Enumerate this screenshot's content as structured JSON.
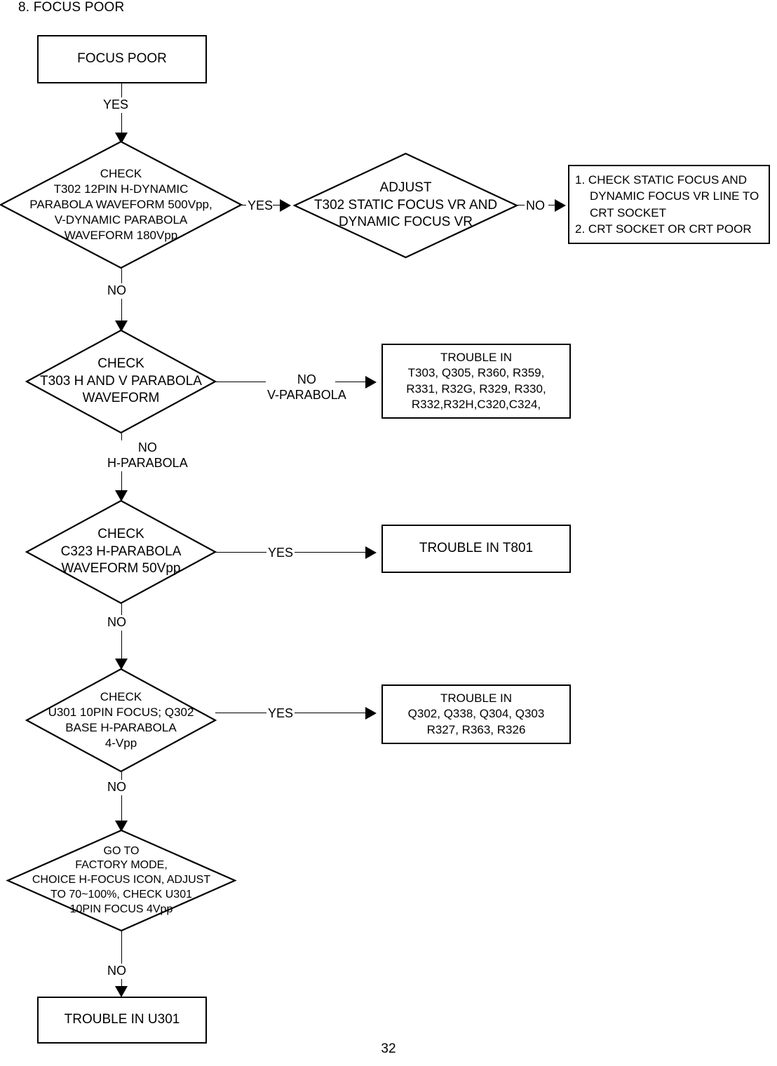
{
  "document": {
    "section_title": "8. FOCUS POOR",
    "page_number": "32"
  },
  "flowchart": {
    "type": "troubleshooting-flowchart",
    "nodes": {
      "start": {
        "shape": "rectangle",
        "label": "FOCUS POOR"
      },
      "check_t302": {
        "shape": "diamond",
        "line1": "CHECK",
        "line2": "T302 12PIN H-DYNAMIC",
        "line3": "PARABOLA WAVEFORM 500Vpp,",
        "line4": "V-DYNAMIC PARABOLA",
        "line5": "WAVEFORM 180Vpp"
      },
      "adjust_t302": {
        "shape": "diamond",
        "line1": "ADJUST",
        "line2": "T302 STATIC FOCUS VR AND",
        "line3": "DYNAMIC FOCUS VR"
      },
      "crt_result": {
        "shape": "rectangle",
        "item1_num": "1.",
        "item1_line1": "CHECK STATIC FOCUS AND",
        "item1_line2": "DYNAMIC FOCUS VR LINE TO",
        "item1_line3": "CRT SOCKET",
        "item2_num": "2.",
        "item2_line1": "CRT SOCKET OR CRT POOR"
      },
      "check_t303": {
        "shape": "diamond",
        "line1": "CHECK",
        "line2": "T303 H AND V PARABOLA",
        "line3": "WAVEFORM"
      },
      "trouble_t303": {
        "shape": "rectangle",
        "line1": "TROUBLE IN",
        "line2": "T303, Q305, R360, R359,",
        "line3": "R331, R32G, R329, R330,",
        "line4": "R332,R32H,C320,C324,"
      },
      "check_c323": {
        "shape": "diamond",
        "line1": "CHECK",
        "line2": "C323 H-PARABOLA",
        "line3": "WAVEFORM 50Vpp"
      },
      "trouble_t801": {
        "shape": "rectangle",
        "label": "TROUBLE IN T801"
      },
      "check_u301": {
        "shape": "diamond",
        "line1": "CHECK",
        "line2": "U301 10PIN FOCUS; Q302",
        "line3": "BASE H-PARABOLA",
        "line4": "4-Vpp"
      },
      "trouble_q302": {
        "shape": "rectangle",
        "line1": "TROUBLE IN",
        "line2": "Q302, Q338, Q304, Q303",
        "line3": "R327, R363, R326"
      },
      "factory_mode": {
        "shape": "diamond",
        "line1": "GO TO",
        "line2": "FACTORY MODE,",
        "line3": "CHOICE H-FOCUS ICON, ADJUST",
        "line4": "TO 70~100%, CHECK U301",
        "line5": "10PIN FOCUS 4Vpp"
      },
      "trouble_u301": {
        "shape": "rectangle",
        "label": "TROUBLE IN U301"
      }
    },
    "edges": {
      "start_to_check_t302": "YES",
      "check_t302_to_adjust": "YES",
      "adjust_to_crt_result": "NO",
      "check_t302_to_check_t303": "NO",
      "check_t303_to_trouble_l1": "NO",
      "check_t303_to_trouble_l2": "V-PARABOLA",
      "check_t303_down_l1": "NO",
      "check_t303_down_l2": "H-PARABOLA",
      "check_c323_to_t801": "YES",
      "check_c323_down": "NO",
      "check_u301_to_trouble": "YES",
      "check_u301_down": "NO",
      "factory_mode_down": "NO"
    }
  }
}
